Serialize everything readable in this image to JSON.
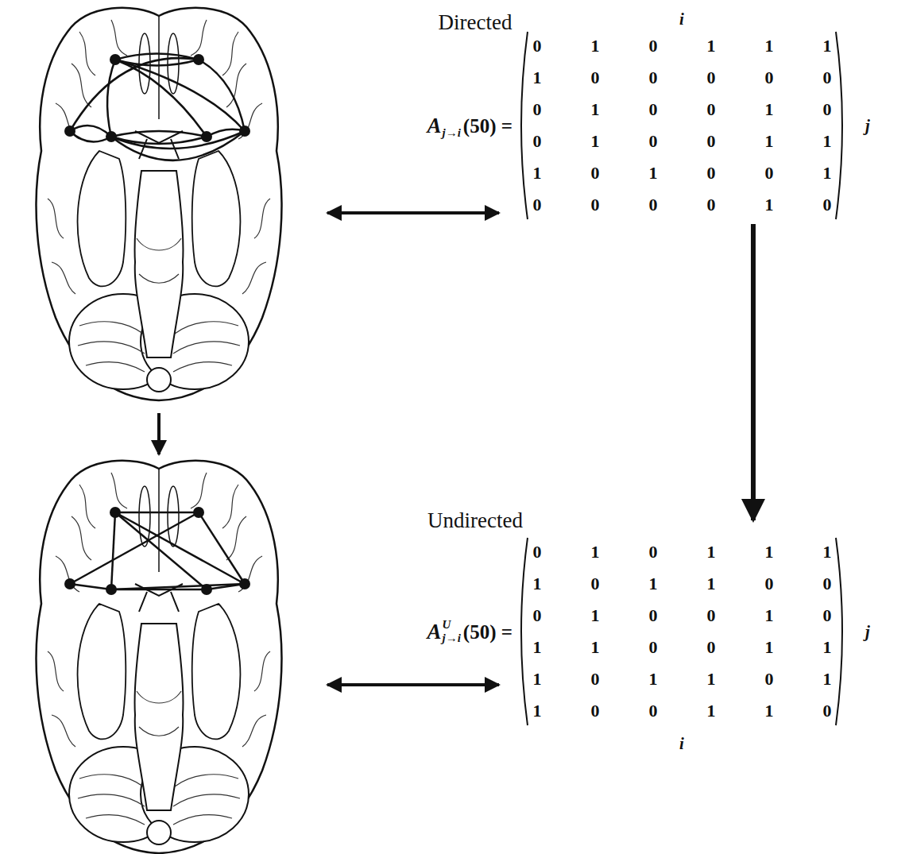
{
  "diagram": {
    "labels": [
      "Directed",
      "i",
      "A",
      "j→i",
      "(50) =",
      "0",
      "1",
      "0",
      "1",
      "1",
      "1",
      "1",
      "0",
      "0",
      "0",
      "0",
      "0",
      "0",
      "1",
      "0",
      "0",
      "1",
      "0",
      "0",
      "1",
      "0",
      "0",
      "1",
      "1",
      "1",
      "0",
      "1",
      "0",
      "0",
      "1",
      "0",
      "0",
      "0",
      "0",
      "1",
      "0",
      "j",
      "Undirected",
      "A",
      "U",
      "j→i",
      "(50) =",
      "0",
      "1",
      "0",
      "1",
      "1",
      "1",
      "1",
      "0",
      "1",
      "1",
      "0",
      "0",
      "0",
      "1",
      "0",
      "0",
      "1",
      "0",
      "1",
      "1",
      "0",
      "0",
      "1",
      "1",
      "1",
      "0",
      "1",
      "1",
      "0",
      "1",
      "1",
      "0",
      "0",
      "1",
      "1",
      "0",
      "j",
      "i"
    ]
  }
}
